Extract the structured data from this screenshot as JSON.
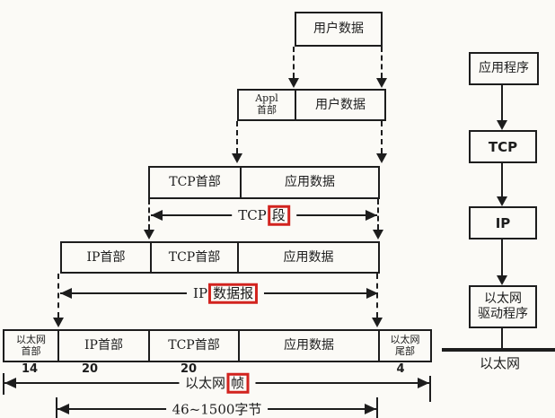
{
  "page": {
    "background": "#fbfaf6",
    "ink_color": "#1d1d1d",
    "highlight_box_color": "#d2231e"
  },
  "boxes": {
    "row1_user_data": "用户数据",
    "row2_appl_header": "Appl\n首部",
    "row2_user_data": "用户数据",
    "row3_tcp_header": "TCP首部",
    "row3_app_data": "应用数据",
    "row4_ip_header": "IP首部",
    "row4_tcp_header": "TCP首部",
    "row4_app_data": "应用数据",
    "row5_eth_header": "以太网\n首部",
    "row5_ip_header": "IP首部",
    "row5_tcp_header": "TCP首部",
    "row5_app_data": "应用数据",
    "row5_eth_trailer": "以太网\n尾部"
  },
  "byte_counts": {
    "eth_header": "14",
    "ip_header": "20",
    "tcp_header": "20",
    "eth_trailer": "4"
  },
  "span_labels": {
    "tcp_segment": {
      "prefix": "TCP",
      "highlight": "段"
    },
    "ip_datagram": {
      "prefix": "IP",
      "highlight": "数据报"
    },
    "ethernet_frame": {
      "prefix": "以太网",
      "highlight": "帧"
    },
    "frame_size": "46~1500字节"
  },
  "protocol_stack": {
    "application": "应用程序",
    "tcp": "TCP",
    "ip": "IP",
    "ethernet_driver": "以太网\n驱动程序",
    "ethernet": "以太网"
  }
}
